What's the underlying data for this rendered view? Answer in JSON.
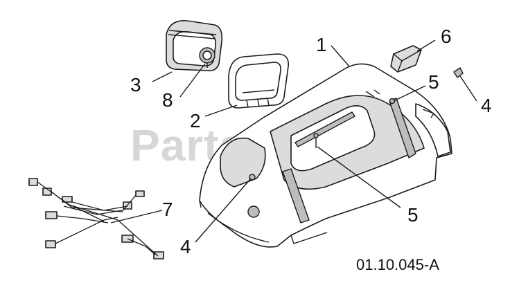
{
  "watermark": "PartsTree",
  "reference_code": "01.10.045-A",
  "callouts": {
    "c1": "1",
    "c2": "2",
    "c3": "3",
    "c4a": "4",
    "c4b": "4",
    "c5a": "5",
    "c5b": "5",
    "c6": "6",
    "c7": "7",
    "c8": "8"
  }
}
